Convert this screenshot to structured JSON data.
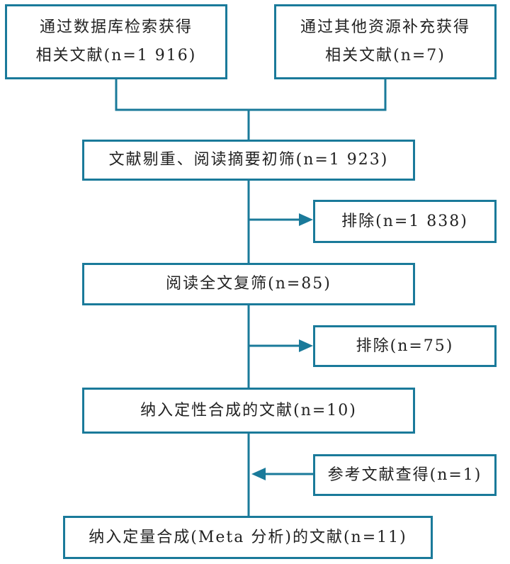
{
  "flowchart": {
    "database_search": {
      "line1": "通过数据库检索获得",
      "line2": "相关文献(n=1 916)"
    },
    "other_sources": {
      "line1": "通过其他资源补充获得",
      "line2": "相关文献(n=7)"
    },
    "initial_screening": "文献剔重、阅读摘要初筛(n=1 923)",
    "excluded_initial": "排除(n=1 838)",
    "full_text_screening": "阅读全文复筛(n=85)",
    "excluded_full_text": "排除(n=75)",
    "qualitative_synthesis": "纳入定性合成的文献(n=10)",
    "reference_search": "参考文献查得(n=1)",
    "meta_analysis": "纳入定量合成(Meta 分析)的文献(n=11)",
    "colors": {
      "border": "#1a7a9a",
      "connector": "#1a7a9a",
      "text": "#222222"
    }
  }
}
